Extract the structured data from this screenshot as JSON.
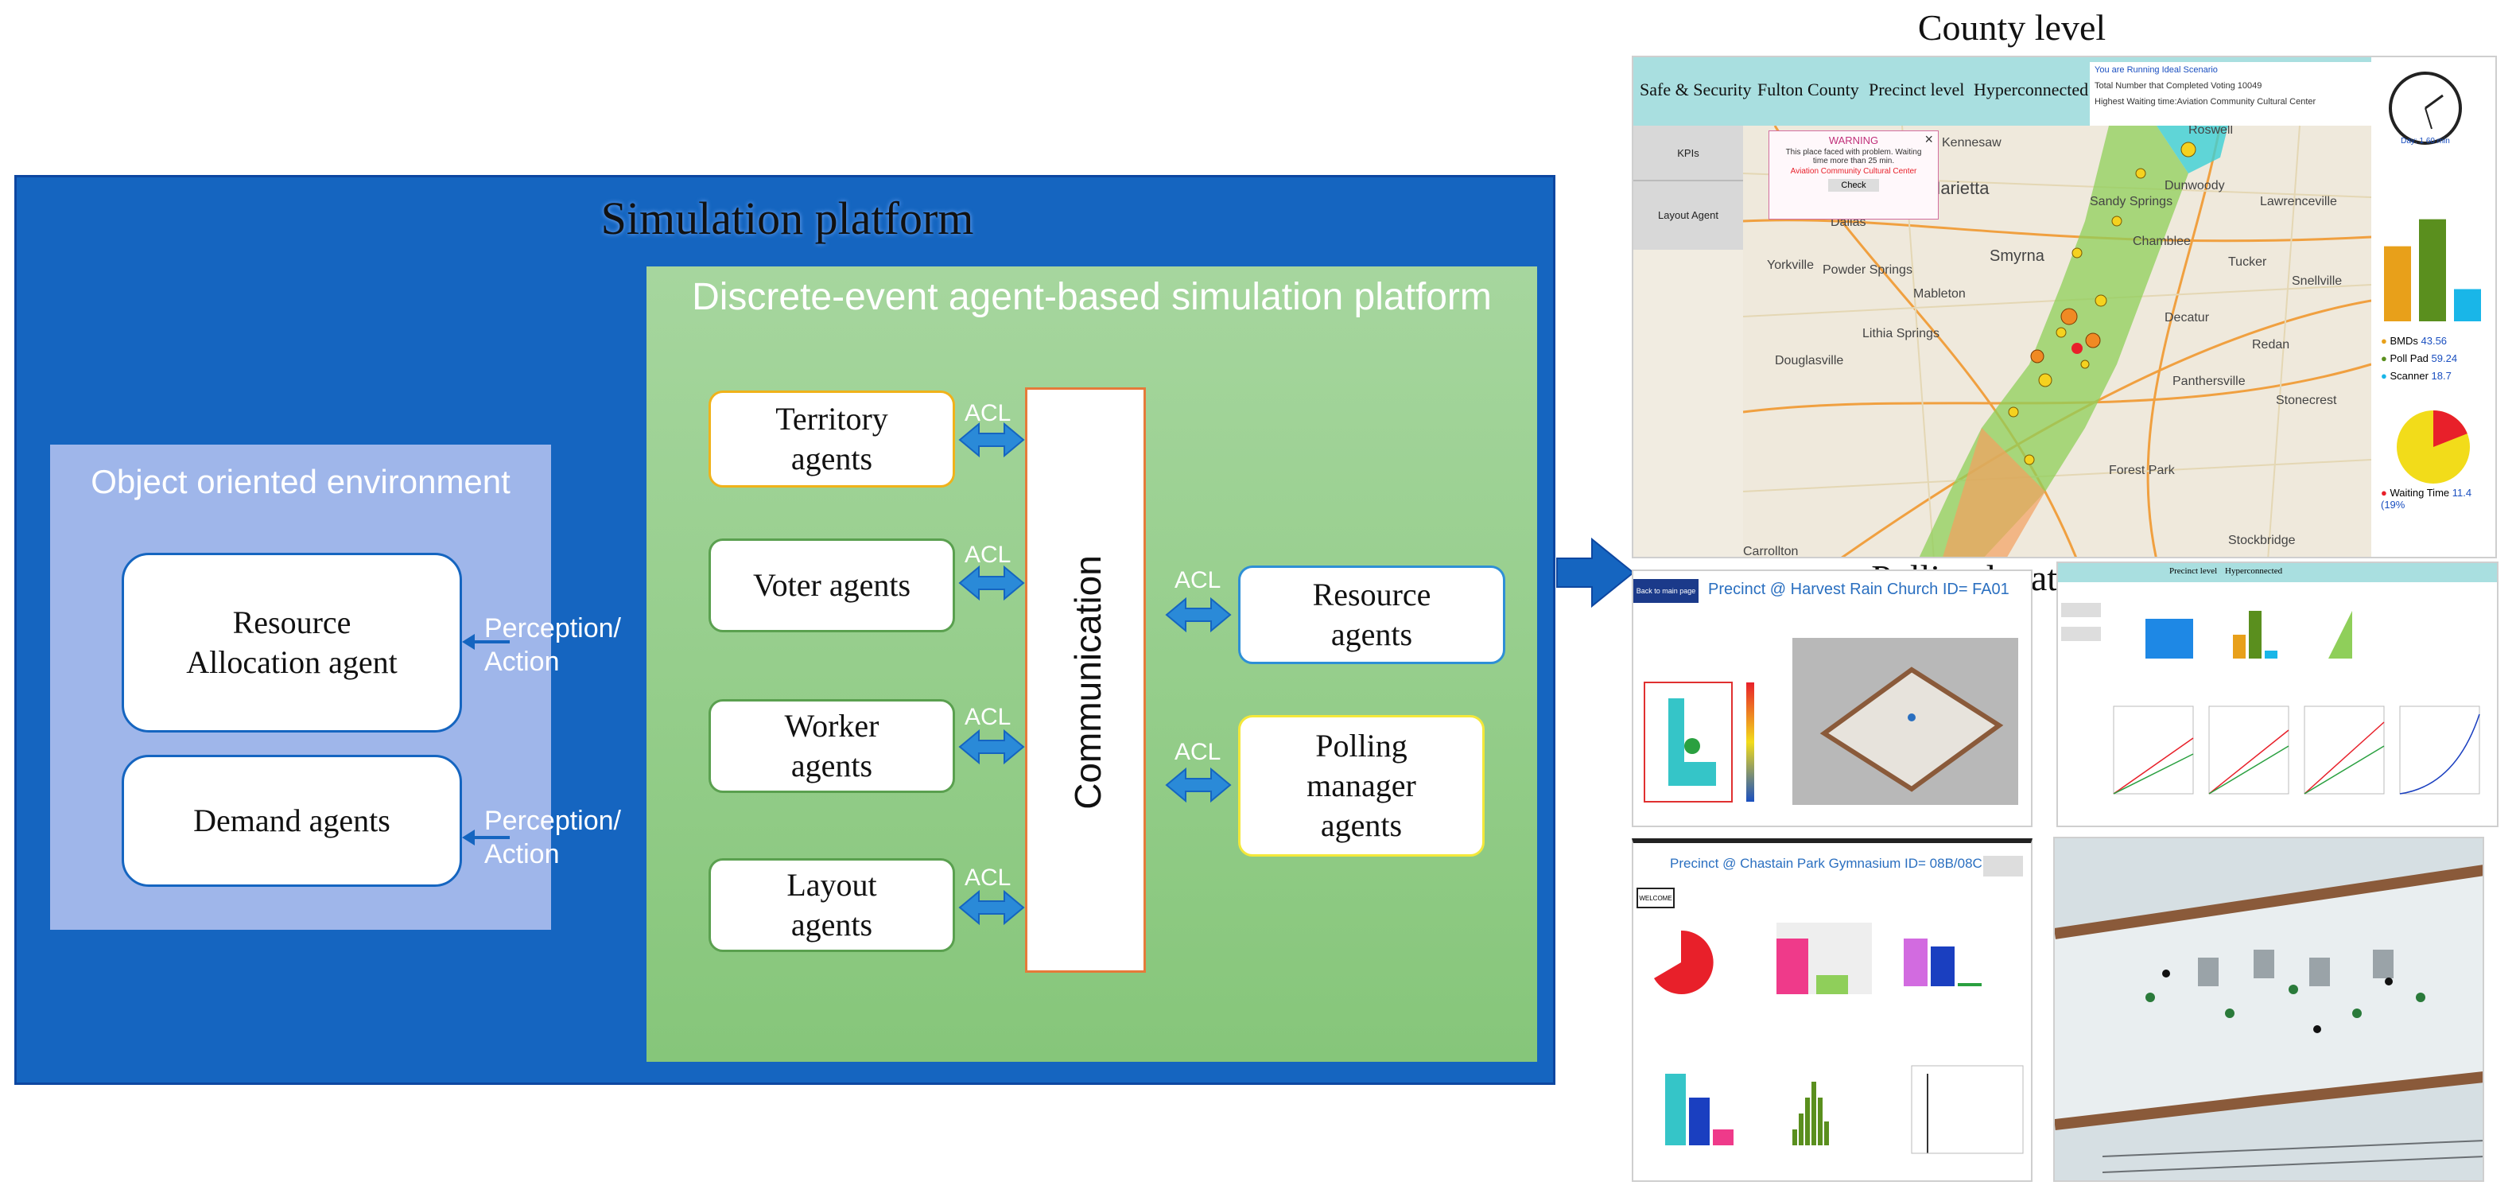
{
  "simulation_platform": {
    "title": "Simulation platform",
    "object_oriented_environment": {
      "title": "Object oriented environment",
      "agents": [
        "Resource Allocation agent",
        "Demand agents"
      ],
      "perception_label": "Perception/ Action"
    },
    "discrete_event_platform": {
      "title": "Discrete-event agent-based simulation platform",
      "left_agents": [
        "Territory agents",
        "Voter agents",
        "Worker agents",
        "Layout agents"
      ],
      "communication_label": "Communication",
      "right_agents": [
        "Resource agents",
        "Polling manager agents"
      ],
      "link_label": "ACL"
    }
  },
  "county_level": {
    "title": "County level",
    "tabs": [
      "Safe & Security",
      "Fulton County",
      "Precinct level",
      "Hyperconnected"
    ],
    "info_lines": [
      "You are Running Ideal Scenario",
      "Total Number that Completed Voting 10049",
      "Highest Waiting time:Aviation Community Cultural Center"
    ],
    "side_buttons": [
      "KPIs",
      "Layout Agent"
    ],
    "warning": {
      "title": "WARNING",
      "text": "This place faced with problem. Waiting time more than 25 min.",
      "place": "Aviation Community Cultural Center",
      "button": "Check",
      "close": "×"
    },
    "clock_label": "Day: 1 60 min",
    "legend": [
      {
        "label": "BMDs",
        "value": "43.56",
        "color": "#e8a01a"
      },
      {
        "label": "Poll Pad",
        "value": "59.24",
        "color": "#5a8f1e"
      },
      {
        "label": "Scanner",
        "value": "18.7",
        "color": "#19b6e8"
      }
    ],
    "bars": [
      43.56,
      59.24,
      18.7
    ],
    "waiting": {
      "label": "Waiting Time",
      "value": "11.4 (19%",
      "fraction": 0.19,
      "color": "#e8202a",
      "fill": "#f2dc1a"
    },
    "map_places": [
      "Kennesaw",
      "Marietta",
      "Smyrna",
      "Sandy Springs",
      "Dunwoody",
      "Roswell",
      "Chamblee",
      "Tucker",
      "Lawrenceville",
      "Snellville",
      "Lithia Springs",
      "Mableton",
      "Powder Springs",
      "Douglasville",
      "Decatur",
      "Redan",
      "Stonecrest",
      "Panthersville",
      "Forest Park",
      "Stockbridge",
      "Yorkville",
      "Dallas",
      "Carrollton"
    ]
  },
  "polling_location_level": {
    "title": "Polling location level",
    "screen1": {
      "button": "Back to main page",
      "title": "Precinct @ Harvest Rain Church ID= FA01"
    },
    "screen2": {
      "tabs": [
        "Precinct level",
        "Hyperconnected"
      ]
    },
    "screen3": {
      "title": "Precinct @ Chastain Park Gymnasium ID= 08B/08C",
      "sign": "WELCOME"
    }
  },
  "colors": {
    "platform_blue": "#1565c0",
    "green_panel": "#95ce8a",
    "ooe_blue": "#9fb6ea",
    "comm_border": "#e57b3a"
  }
}
